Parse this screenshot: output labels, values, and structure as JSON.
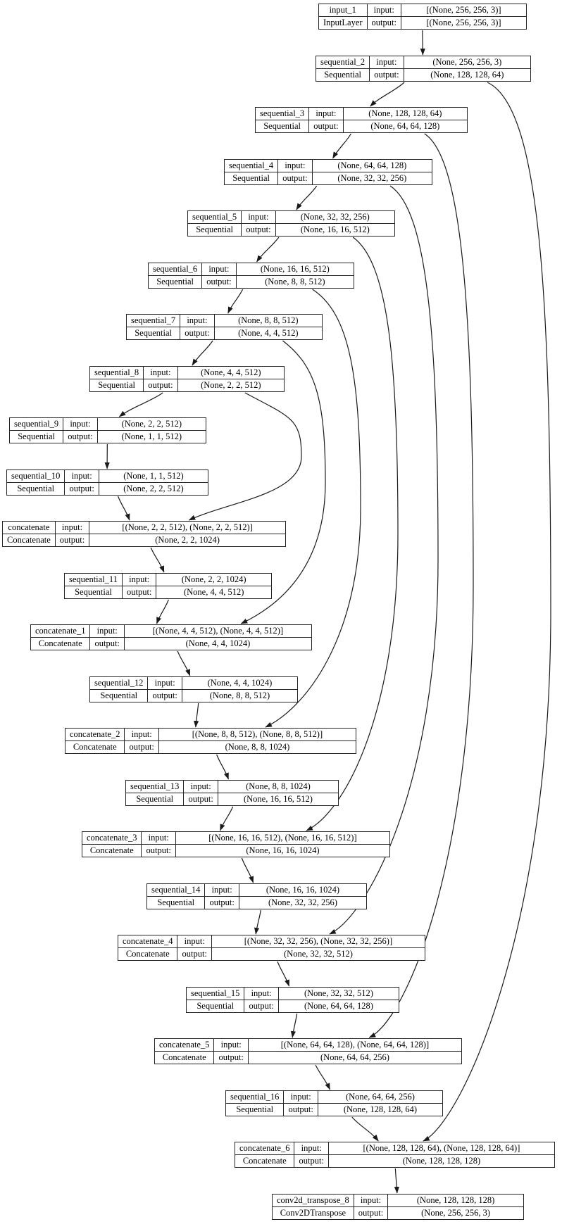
{
  "diagram": {
    "kind": "keras-model-plot",
    "background_color": "#ffffff",
    "border_color": "#242424",
    "edge_color": "#1a1a1a",
    "text_color": "#000000",
    "io_labels": {
      "input": "input:",
      "output": "output:"
    },
    "nodes": [
      {
        "name": "input_1",
        "type": "InputLayer",
        "input": "[(None, 256, 256, 3)]",
        "output": "[(None, 256, 256, 3)]"
      },
      {
        "name": "sequential_2",
        "type": "Sequential",
        "input": "(None, 256, 256, 3)",
        "output": "(None, 128, 128, 64)"
      },
      {
        "name": "sequential_3",
        "type": "Sequential",
        "input": "(None, 128, 128, 64)",
        "output": "(None, 64, 64, 128)"
      },
      {
        "name": "sequential_4",
        "type": "Sequential",
        "input": "(None, 64, 64, 128)",
        "output": "(None, 32, 32, 256)"
      },
      {
        "name": "sequential_5",
        "type": "Sequential",
        "input": "(None, 32, 32, 256)",
        "output": "(None, 16, 16, 512)"
      },
      {
        "name": "sequential_6",
        "type": "Sequential",
        "input": "(None, 16, 16, 512)",
        "output": "(None, 8, 8, 512)"
      },
      {
        "name": "sequential_7",
        "type": "Sequential",
        "input": "(None, 8, 8, 512)",
        "output": "(None, 4, 4, 512)"
      },
      {
        "name": "sequential_8",
        "type": "Sequential",
        "input": "(None, 4, 4, 512)",
        "output": "(None, 2, 2, 512)"
      },
      {
        "name": "sequential_9",
        "type": "Sequential",
        "input": "(None, 2, 2, 512)",
        "output": "(None, 1, 1, 512)"
      },
      {
        "name": "sequential_10",
        "type": "Sequential",
        "input": "(None, 1, 1, 512)",
        "output": "(None, 2, 2, 512)"
      },
      {
        "name": "concatenate",
        "type": "Concatenate",
        "input": "[(None, 2, 2, 512), (None, 2, 2, 512)]",
        "output": "(None, 2, 2, 1024)"
      },
      {
        "name": "sequential_11",
        "type": "Sequential",
        "input": "(None, 2, 2, 1024)",
        "output": "(None, 4, 4, 512)"
      },
      {
        "name": "concatenate_1",
        "type": "Concatenate",
        "input": "[(None, 4, 4, 512), (None, 4, 4, 512)]",
        "output": "(None, 4, 4, 1024)"
      },
      {
        "name": "sequential_12",
        "type": "Sequential",
        "input": "(None, 4, 4, 1024)",
        "output": "(None, 8, 8, 512)"
      },
      {
        "name": "concatenate_2",
        "type": "Concatenate",
        "input": "[(None, 8, 8, 512), (None, 8, 8, 512)]",
        "output": "(None, 8, 8, 1024)"
      },
      {
        "name": "sequential_13",
        "type": "Sequential",
        "input": "(None, 8, 8, 1024)",
        "output": "(None, 16, 16, 512)"
      },
      {
        "name": "concatenate_3",
        "type": "Concatenate",
        "input": "[(None, 16, 16, 512), (None, 16, 16, 512)]",
        "output": "(None, 16, 16, 1024)"
      },
      {
        "name": "sequential_14",
        "type": "Sequential",
        "input": "(None, 16, 16, 1024)",
        "output": "(None, 32, 32, 256)"
      },
      {
        "name": "concatenate_4",
        "type": "Concatenate",
        "input": "[(None, 32, 32, 256), (None, 32, 32, 256)]",
        "output": "(None, 32, 32, 512)"
      },
      {
        "name": "sequential_15",
        "type": "Sequential",
        "input": "(None, 32, 32, 512)",
        "output": "(None, 64, 64, 128)"
      },
      {
        "name": "concatenate_5",
        "type": "Concatenate",
        "input": "[(None, 64, 64, 128), (None, 64, 64, 128)]",
        "output": "(None, 64, 64, 256)"
      },
      {
        "name": "sequential_16",
        "type": "Sequential",
        "input": "(None, 64, 64, 256)",
        "output": "(None, 128, 128, 64)"
      },
      {
        "name": "concatenate_6",
        "type": "Concatenate",
        "input": "[(None, 128, 128, 64), (None, 128, 128, 64)]",
        "output": "(None, 128, 128, 128)"
      },
      {
        "name": "conv2d_transpose_8",
        "type": "Conv2DTranspose",
        "input": "(None, 128, 128, 128)",
        "output": "(None, 256, 256, 3)"
      }
    ],
    "edges": [
      {
        "from": "input_1",
        "to": "sequential_2"
      },
      {
        "from": "sequential_2",
        "to": "sequential_3"
      },
      {
        "from": "sequential_3",
        "to": "sequential_4"
      },
      {
        "from": "sequential_4",
        "to": "sequential_5"
      },
      {
        "from": "sequential_5",
        "to": "sequential_6"
      },
      {
        "from": "sequential_6",
        "to": "sequential_7"
      },
      {
        "from": "sequential_7",
        "to": "sequential_8"
      },
      {
        "from": "sequential_8",
        "to": "sequential_9"
      },
      {
        "from": "sequential_9",
        "to": "sequential_10"
      },
      {
        "from": "sequential_10",
        "to": "concatenate"
      },
      {
        "from": "sequential_8",
        "to": "concatenate"
      },
      {
        "from": "concatenate",
        "to": "sequential_11"
      },
      {
        "from": "sequential_11",
        "to": "concatenate_1"
      },
      {
        "from": "sequential_7",
        "to": "concatenate_1"
      },
      {
        "from": "concatenate_1",
        "to": "sequential_12"
      },
      {
        "from": "sequential_12",
        "to": "concatenate_2"
      },
      {
        "from": "sequential_6",
        "to": "concatenate_2"
      },
      {
        "from": "concatenate_2",
        "to": "sequential_13"
      },
      {
        "from": "sequential_13",
        "to": "concatenate_3"
      },
      {
        "from": "sequential_5",
        "to": "concatenate_3"
      },
      {
        "from": "concatenate_3",
        "to": "sequential_14"
      },
      {
        "from": "sequential_14",
        "to": "concatenate_4"
      },
      {
        "from": "sequential_4",
        "to": "concatenate_4"
      },
      {
        "from": "concatenate_4",
        "to": "sequential_15"
      },
      {
        "from": "sequential_15",
        "to": "concatenate_5"
      },
      {
        "from": "sequential_3",
        "to": "concatenate_5"
      },
      {
        "from": "concatenate_5",
        "to": "sequential_16"
      },
      {
        "from": "sequential_16",
        "to": "concatenate_6"
      },
      {
        "from": "sequential_2",
        "to": "concatenate_6"
      },
      {
        "from": "concatenate_6",
        "to": "conv2d_transpose_8"
      }
    ]
  }
}
